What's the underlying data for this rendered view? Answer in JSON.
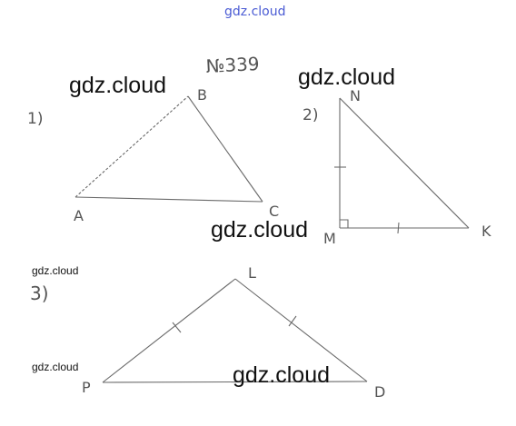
{
  "problem_number": "№339",
  "watermarks": {
    "top": "gdz.cloud",
    "big": "gdz.cloud",
    "small": "gdz.cloud"
  },
  "figures": [
    {
      "label": "1)",
      "vertices": [
        "A",
        "B",
        "C"
      ]
    },
    {
      "label": "2)",
      "vertices": [
        "N",
        "M",
        "K"
      ]
    },
    {
      "label": "3)",
      "vertices": [
        "L",
        "P",
        "D"
      ]
    }
  ],
  "colors": {
    "stroke": "#6a6a6a",
    "text": "#555555",
    "watermark_top": "#4a5bd4",
    "watermark": "#111111"
  }
}
